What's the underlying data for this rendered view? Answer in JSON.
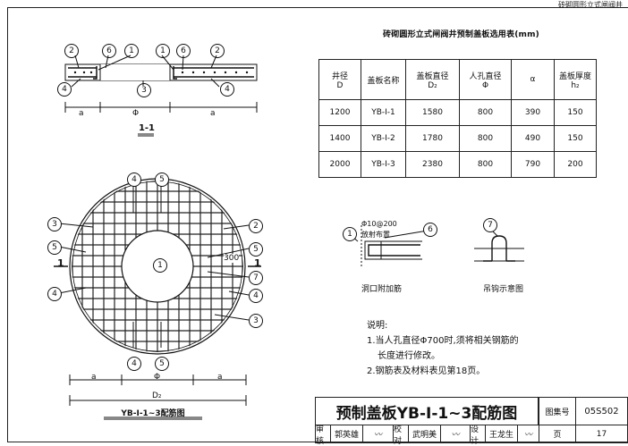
{
  "header": {
    "tag": "砖砌圆形立式闸阀井"
  },
  "section_view": {
    "title": "1-1",
    "dims": {
      "a_left": "a",
      "phi": "Φ",
      "a_right": "a"
    },
    "markers": [
      "2",
      "6",
      "1",
      "1",
      "6",
      "2",
      "4",
      "3",
      "4"
    ]
  },
  "plan_view": {
    "title": "YB-Ⅰ-1~3配筋图",
    "section_mark": "1",
    "center_marker": "1",
    "markers_top": [
      "4",
      "5"
    ],
    "markers_bottom": [
      "4",
      "5"
    ],
    "markers_left": [
      "3",
      "5",
      "4"
    ],
    "markers_right": [
      "2",
      "5",
      "7",
      "4",
      "3"
    ],
    "spacing_label": "300",
    "dims": {
      "a_left": "a",
      "phi": "Φ",
      "a_right": "a",
      "d2": "D₂"
    }
  },
  "selection_table": {
    "title": "砖砌圆形立式闸阀井预制盖板选用表(mm)",
    "headers": [
      {
        "main": "井径",
        "sub": "D"
      },
      {
        "main": "盖板名称",
        "sub": ""
      },
      {
        "main": "盖板直径",
        "sub": "D₂"
      },
      {
        "main": "人孔直径",
        "sub": "Φ"
      },
      {
        "main": "α",
        "sub": ""
      },
      {
        "main": "盖板厚度",
        "sub": "h₂"
      }
    ],
    "rows": [
      [
        "1200",
        "YB-Ⅰ-1",
        "1580",
        "800",
        "390",
        "150"
      ],
      [
        "1400",
        "YB-Ⅰ-2",
        "1780",
        "800",
        "490",
        "150"
      ],
      [
        "2000",
        "YB-Ⅰ-3",
        "2380",
        "800",
        "790",
        "200"
      ]
    ]
  },
  "detail_hole": {
    "rebar_label": "Φ10@200",
    "placement": "放射布置",
    "marker_left": "1",
    "marker_right": "6",
    "caption": "洞口附加筋"
  },
  "detail_hook": {
    "marker": "7",
    "caption": "吊钩示意图"
  },
  "notes": {
    "heading": "说明:",
    "items": [
      "1.当人孔直径Φ700时,须将相关钢筋的",
      "长度进行修改。",
      "2.钢筋表及材料表见第18页。"
    ]
  },
  "title_block": {
    "main_title": "预制盖板YB-Ⅰ-1~3配筋图",
    "atlas_label": "图集号",
    "atlas_no": "05S502",
    "review_label": "审核",
    "reviewer": "郭英雄",
    "check_label": "校对",
    "checker": "武明美",
    "design_label": "设计",
    "designer": "王龙生",
    "page_label": "页",
    "page_no": "17"
  }
}
